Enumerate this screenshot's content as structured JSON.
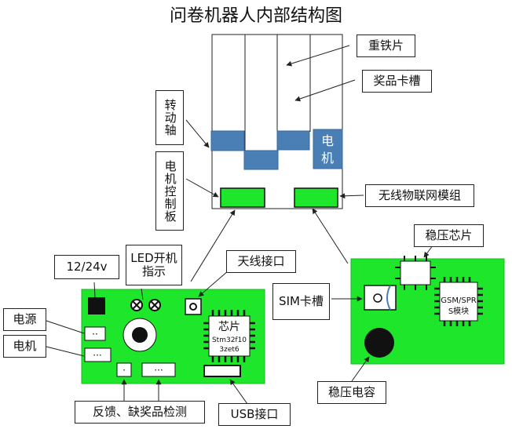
{
  "title": "问卷机器人内部结构图",
  "labels": {
    "weight_plate": "重铁片",
    "prize_slot": "奖品卡槽",
    "rotating_shaft": "转动轴",
    "motor_control_board": "电机控制板",
    "motor_on_box": "电机",
    "wireless_module": "无线物联网模组",
    "voltage_regulator_chip": "稳压芯片",
    "sim_slot": "SIM卡槽",
    "regulator_capacitor": "稳压电容",
    "power_12_24v": "12/24v",
    "led_indicator": "LED开机指示",
    "antenna_port": "天线接口",
    "power_source": "电源",
    "motor": "电机",
    "feedback_detection": "反馈、缺奖品检测",
    "usb_port": "USB接口"
  },
  "main_chip": {
    "line1": "芯片",
    "line2": "Stm32f10",
    "line3": "3zet6"
  },
  "gsm_chip": {
    "line1": "GSM/SPR",
    "line2": "S模块"
  },
  "connector_glyphs": {
    "two_pin": "··",
    "three_pin": "···",
    "one_pin": "·"
  },
  "colors": {
    "board_green": "#1ee62a",
    "motor_blue": "#4a7fb5",
    "white": "#ffffff",
    "black": "#000000"
  }
}
